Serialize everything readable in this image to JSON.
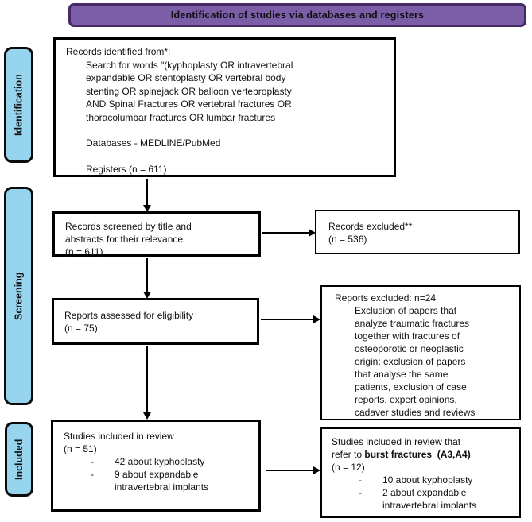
{
  "header": {
    "title": "Identification of studies via databases and registers"
  },
  "sidebar": {
    "identification": {
      "label": "Identification"
    },
    "screening": {
      "label": "Screening"
    },
    "included": {
      "label": "Included"
    }
  },
  "colors": {
    "header_fill": "#7b5ea7",
    "header_border": "#452a66",
    "stage_fill": "#97d5ee",
    "box_border": "#000000"
  },
  "boxes": {
    "records_identified": {
      "title": "Records identified from*:",
      "search_lines": [
        "Search for words \"(kyphoplasty OR intravertebral",
        "expandable OR stentoplasty OR vertebral body",
        "stenting OR spinejack OR balloon vertebroplasty",
        "AND Spinal Fractures OR vertebral fractures OR",
        "thoracolumbar fractures OR lumbar fractures"
      ],
      "databases": "Databases - MEDLINE/PubMed",
      "registers": "Registers (n = 611)"
    },
    "records_screened": {
      "lines": [
        "Records screened by title and",
        "abstracts for their relevance",
        "(n = 611)"
      ]
    },
    "records_excluded": {
      "lines": [
        "Records excluded**",
        "(n = 536)"
      ]
    },
    "reports_assessed": {
      "lines": [
        "Reports assessed for eligibility",
        "(n = 75)"
      ]
    },
    "reports_excluded": {
      "title": "Reports excluded: n=24",
      "detail_lines": [
        "Exclusion of papers that",
        "analyze traumatic fractures",
        "together with fractures of",
        "osteoporotic or neoplastic",
        "origin; exclusion of papers",
        "that analyse the same",
        "patients, exclusion of case",
        "reports, expert opinions,",
        "cadaver studies and reviews"
      ]
    },
    "studies_included": {
      "title": "Studies included in review",
      "count": "(n = 51)",
      "bullet": "-",
      "items": [
        {
          "lines": [
            "42 about kyphoplasty"
          ]
        },
        {
          "lines": [
            "9 about expandable",
            "intravertebral implants"
          ]
        }
      ]
    },
    "studies_included_burst": {
      "title_line1": "Studies included in review that",
      "title_line2_prefix": "refer to ",
      "title_line2_bold": "burst fractures  (A3,A4)",
      "count": "(n = 12)",
      "bullet": "-",
      "items": [
        {
          "lines": [
            "10 about kyphoplasty"
          ]
        },
        {
          "lines": [
            "2 about expandable",
            "intravertebral implants"
          ]
        }
      ]
    }
  }
}
